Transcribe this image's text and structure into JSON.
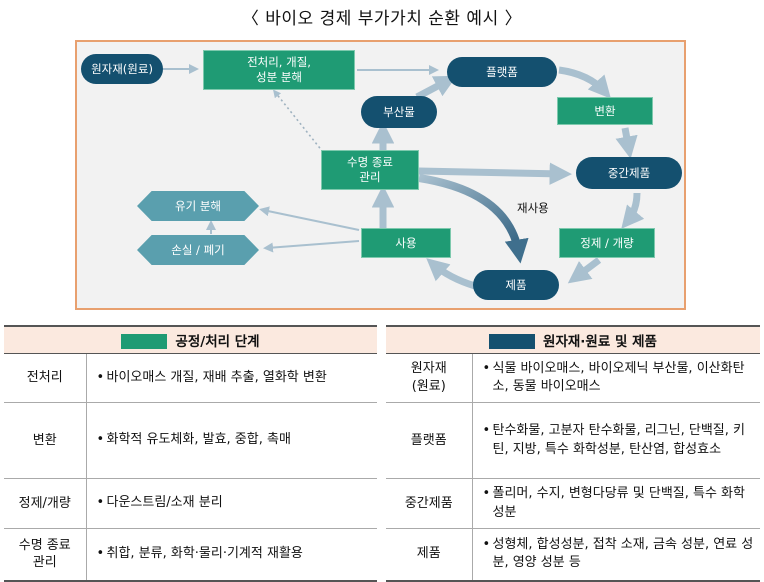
{
  "title": "〈 바이오 경제 부가가치 순환 예시 〉",
  "diagram": {
    "nodes": {
      "raw": "원자재(원료)",
      "pretreat": "전처리, 개질,\n성분 분해",
      "platform": "플랫폼",
      "byproduct": "부산물",
      "conversion": "변환",
      "eol": "수명 종료\n관리",
      "intermediate": "중간제품",
      "organic": "유기 분해",
      "loss": "손실 / 폐기",
      "use": "사용",
      "refine": "정제 / 개량",
      "product": "제품"
    },
    "reuse_label": "재사용"
  },
  "colors": {
    "green": "#1f9b74",
    "navy": "#14506f",
    "hex": "#5a9fae",
    "arrow": "#a9c0cf",
    "border": "#e8a06f",
    "header_bg": "#fbe9df"
  },
  "tables": {
    "left": {
      "header": "공정/처리 단계",
      "rows": [
        {
          "cat": "전처리",
          "desc": "바이오매스 개질, 재배 추출, 열화학 변환"
        },
        {
          "cat": "변환",
          "desc": "화학적 유도체화, 발효, 중합, 촉매"
        },
        {
          "cat": "정제/개량",
          "desc": "다운스트림/소재 분리"
        },
        {
          "cat": "수명 종료\n관리",
          "desc": "취합, 분류, 화학·물리·기계적 재활용"
        }
      ]
    },
    "right": {
      "header": "원자재·원료 및 제품",
      "rows": [
        {
          "cat": "원자재\n(원료)",
          "desc": "식물 바이오매스, 바이오제닉 부산물, 이산화탄소, 동물 바이오매스"
        },
        {
          "cat": "플랫폼",
          "desc": "탄수화물, 고분자 탄수화물, 리그닌, 단백질, 키틴, 지방, 특수 화학성분, 탄산염, 합성효소"
        },
        {
          "cat": "중간제품",
          "desc": "폴리머, 수지, 변형다당류 및 단백질, 특수 화학 성분"
        },
        {
          "cat": "제품",
          "desc": "성형체, 합성성분, 접착 소재, 금속 성분, 연료 성분, 영양 성분 등"
        }
      ]
    }
  }
}
